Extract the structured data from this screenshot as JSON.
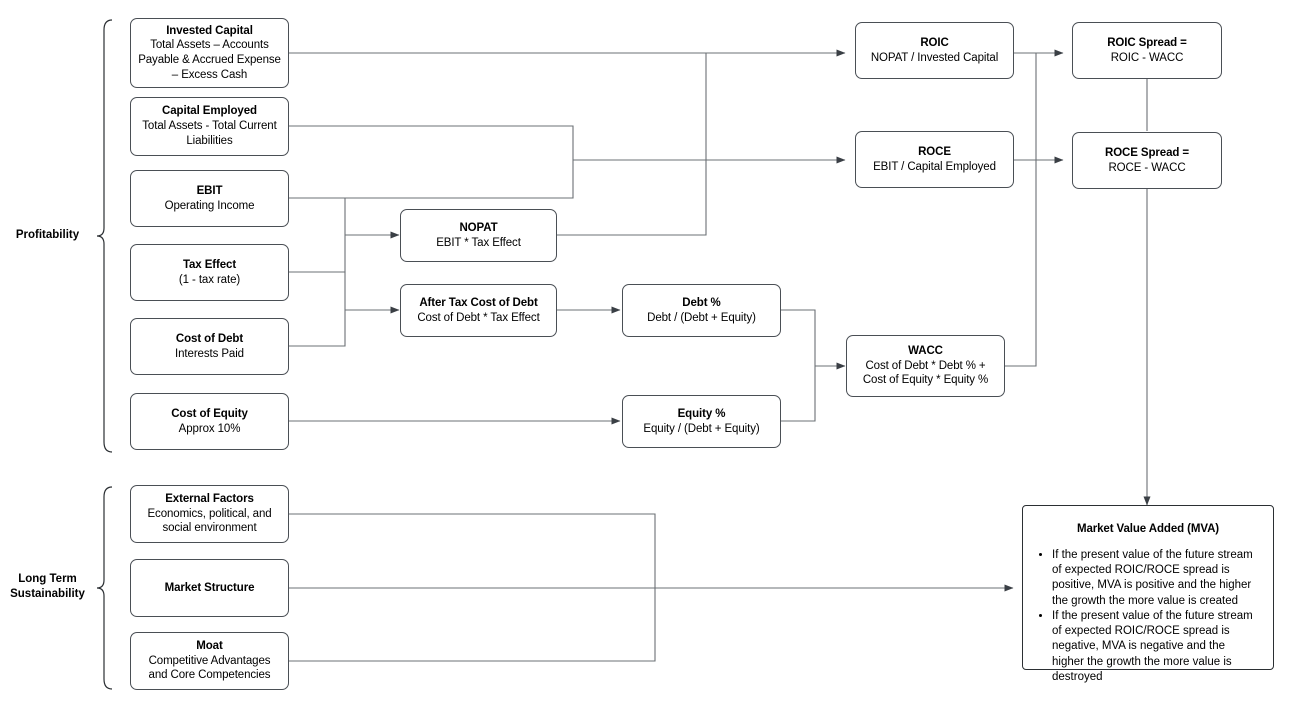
{
  "diagram": {
    "groups": [
      {
        "id": "profitability",
        "label": "Profitability"
      },
      {
        "id": "sustainability",
        "label": "Long Term\nSustainability"
      }
    ],
    "nodes": [
      {
        "id": "invested-capital",
        "title": "Invested Capital",
        "subtitle": "Total Assets – Accounts Payable & Accrued Expense – Excess Cash"
      },
      {
        "id": "capital-employed",
        "title": "Capital Employed",
        "subtitle": "Total Assets - Total Current Liabilities"
      },
      {
        "id": "ebit",
        "title": "EBIT",
        "subtitle": "Operating Income"
      },
      {
        "id": "tax-effect",
        "title": "Tax Effect",
        "subtitle": "(1 - tax rate)"
      },
      {
        "id": "cost-of-debt",
        "title": "Cost of Debt",
        "subtitle": "Interests Paid"
      },
      {
        "id": "cost-of-equity",
        "title": "Cost of Equity",
        "subtitle": "Approx 10%"
      },
      {
        "id": "nopat",
        "title": "NOPAT",
        "subtitle": "EBIT * Tax Effect"
      },
      {
        "id": "after-tax-cost-of-debt",
        "title": "After Tax Cost of Debt",
        "subtitle": "Cost of Debt * Tax Effect"
      },
      {
        "id": "debt-pct",
        "title": "Debt %",
        "subtitle": "Debt / (Debt + Equity)"
      },
      {
        "id": "equity-pct",
        "title": "Equity %",
        "subtitle": "Equity / (Debt + Equity)"
      },
      {
        "id": "wacc",
        "title": "WACC",
        "subtitle": "Cost of Debt * Debt % + Cost of Equity * Equity %"
      },
      {
        "id": "roic",
        "title": "ROIC",
        "subtitle": "NOPAT / Invested Capital"
      },
      {
        "id": "roce",
        "title": "ROCE",
        "subtitle": "EBIT / Capital Employed"
      },
      {
        "id": "roic-spread",
        "title": "ROIC Spread =",
        "subtitle": "ROIC - WACC"
      },
      {
        "id": "roce-spread",
        "title": "ROCE Spread =",
        "subtitle": "ROCE - WACC"
      },
      {
        "id": "external-factors",
        "title": "External Factors",
        "subtitle": "Economics, political, and social environment"
      },
      {
        "id": "market-structure",
        "title": "Market Structure",
        "subtitle": ""
      },
      {
        "id": "moat",
        "title": "Moat",
        "subtitle": "Competitive Advantages and Core Competencies"
      }
    ],
    "mva": {
      "title": "Market Value Added (MVA)",
      "bullets": [
        "If the present value of the future stream of expected ROIC/ROCE spread is positive, MVA is positive and the higher the growth the more value is created",
        "If the present value of the future stream of expected ROIC/ROCE spread is negative, MVA is negative and the higher the growth the more value is destroyed"
      ]
    },
    "colors": {
      "box_border": "#4a4f55",
      "wire": "#6b7075",
      "background": "#ffffff",
      "text": "#000000"
    }
  }
}
